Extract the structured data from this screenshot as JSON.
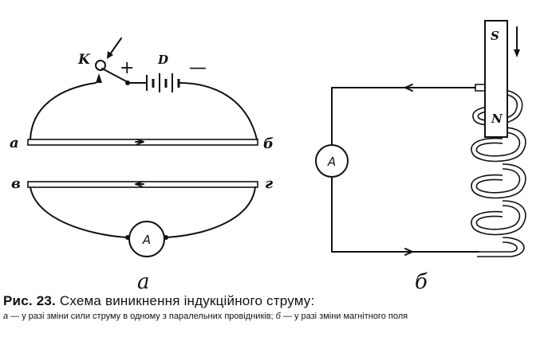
{
  "diagram_a": {
    "labels": {
      "switch": "K",
      "battery": "D",
      "plus": "+",
      "minus": "—",
      "top_left": "а",
      "top_right": "б",
      "bottom_left": "в",
      "bottom_right": "г"
    },
    "meter": "A",
    "sublabel": "а"
  },
  "diagram_b": {
    "magnet_top": "S",
    "magnet_bottom": "N",
    "meter": "A",
    "sublabel": "б"
  },
  "caption": {
    "fig": "Рис. 23.",
    "title": "Схема виникнення індукційного струму:",
    "part_a_letter": "а",
    "part_a_text": " — у разі зміни сили струму в одному з паралельних провідників; ",
    "part_b_letter": "б",
    "part_b_text": " — у разі зміни магнітного поля"
  }
}
